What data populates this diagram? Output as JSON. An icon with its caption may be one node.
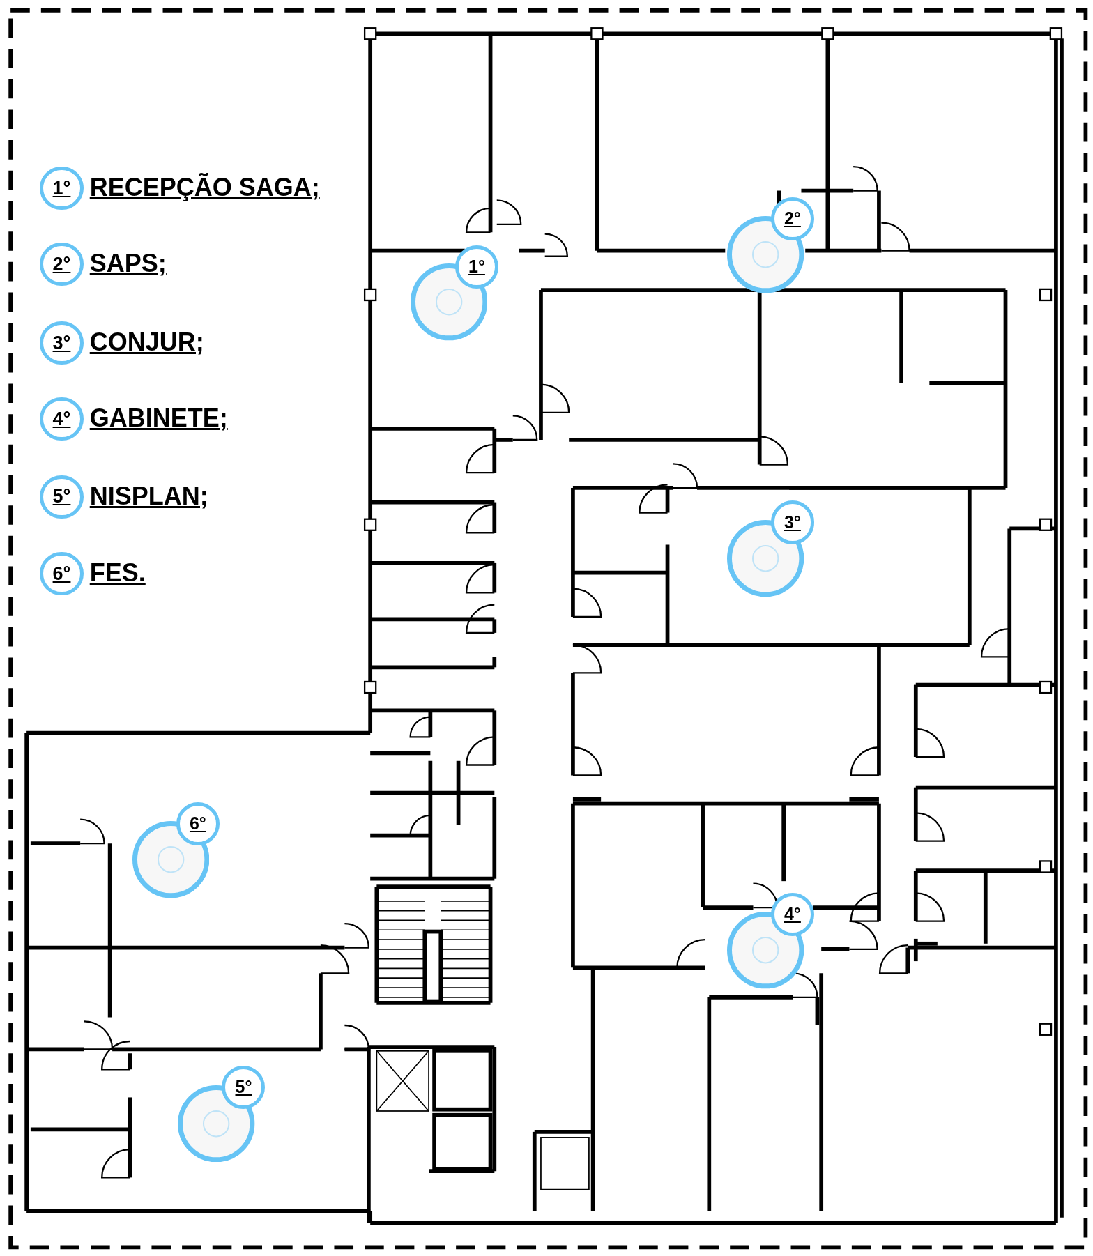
{
  "diagram": {
    "nodes": [
      {
        "text": [
          "1°"
        ],
        "beside": [
          "RECEPÇÃO SAGA;"
        ]
      },
      {
        "text": [
          "2°"
        ],
        "beside": [
          "SAPS;"
        ]
      },
      {
        "text": [
          "3°"
        ],
        "beside": [
          "CONJUR;"
        ]
      },
      {
        "text": [
          "4°"
        ],
        "beside": [
          "GABINETE;"
        ]
      },
      {
        "text": [
          "5°"
        ],
        "beside": [
          "NISPLAN;"
        ]
      },
      {
        "text": [
          "6°"
        ],
        "beside": [
          "FES."
        ]
      },
      {
        "text": [
          "1°"
        ]
      },
      {
        "text": [
          "2°"
        ]
      },
      {
        "text": [
          "3°"
        ]
      },
      {
        "text": [
          "4°"
        ]
      },
      {
        "text": [
          "5°"
        ]
      },
      {
        "text": [
          "6°"
        ]
      }
    ],
    "edges": []
  }
}
